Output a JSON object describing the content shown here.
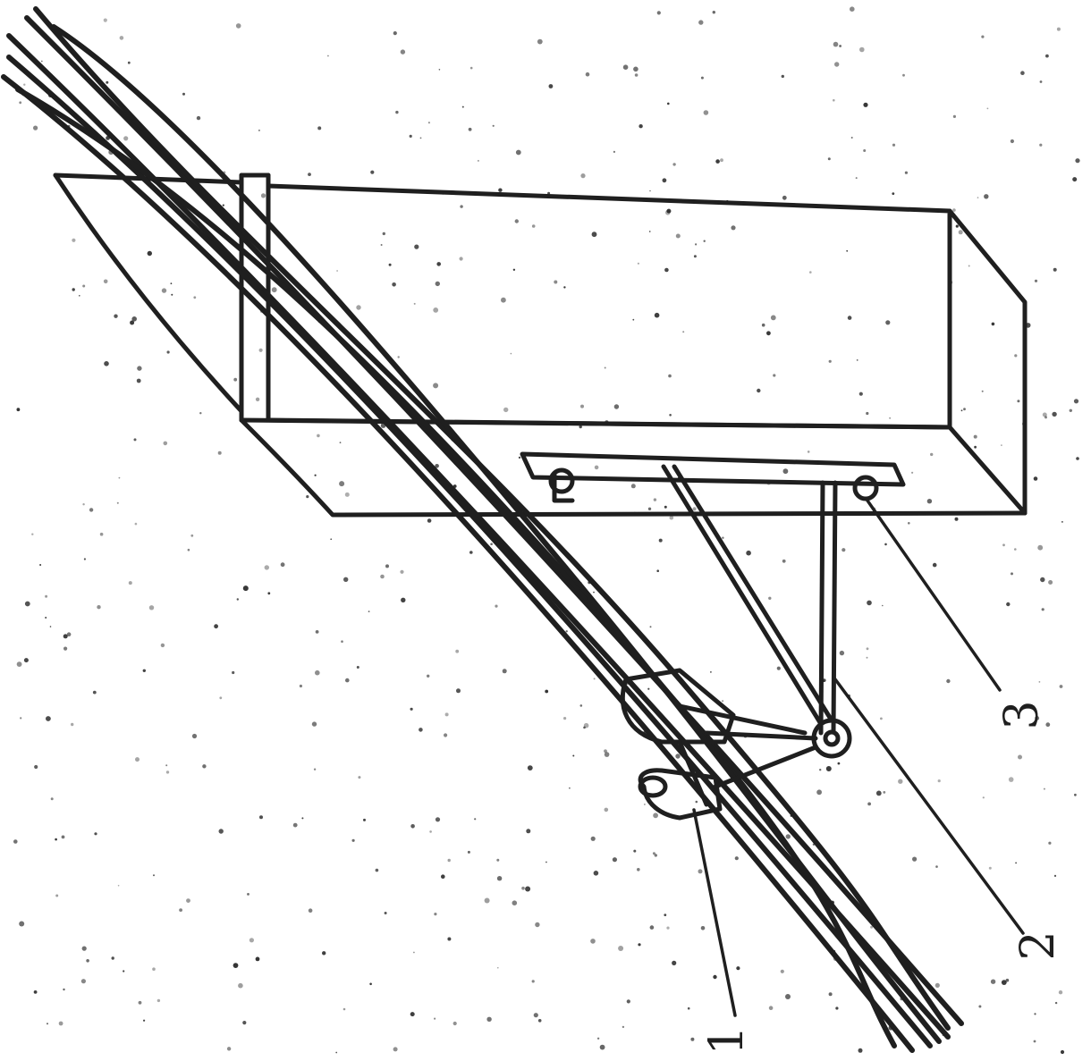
{
  "figure": {
    "type": "patent-style line drawing",
    "ink_color": "#1f1f1f",
    "background": "#ffffff",
    "labels": [
      {
        "id": "1",
        "text": "1"
      },
      {
        "id": "2",
        "text": "2"
      },
      {
        "id": "3",
        "text": "3"
      }
    ]
  }
}
